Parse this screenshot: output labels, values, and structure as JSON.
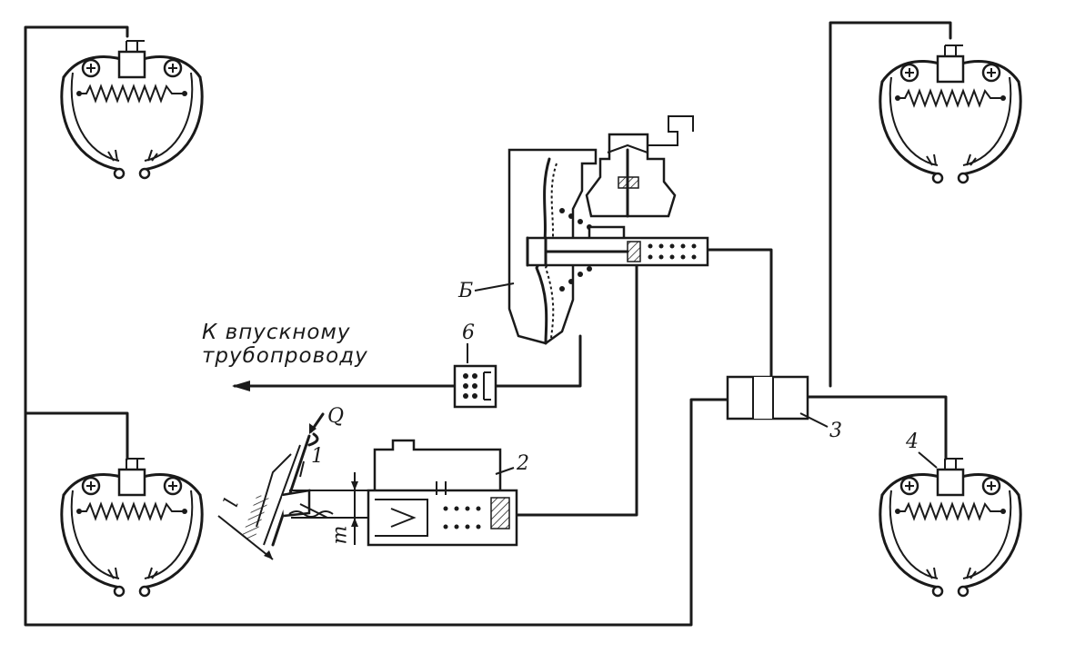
{
  "labels": {
    "n1": "1",
    "n2": "2",
    "n3": "3",
    "n4": "4",
    "n5": "Б",
    "n6": "6",
    "q": "Q",
    "l": "l",
    "m": "m"
  },
  "caption": {
    "line1": "К впускному",
    "line2": "трубопроводу"
  }
}
